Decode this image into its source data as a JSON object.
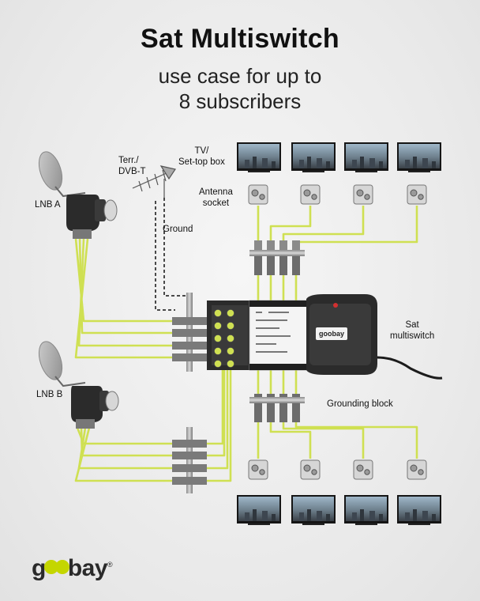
{
  "title": "Sat Multiswitch",
  "subtitle_lines": [
    "use case for up to",
    "8 subscribers"
  ],
  "labels": {
    "terr": [
      "Terr./",
      "DVB-T"
    ],
    "tv": [
      "TV/",
      "Set-top box"
    ],
    "antenna_socket": [
      "Antenna",
      "socket"
    ],
    "ground": "Ground",
    "lnb_a": "LNB A",
    "lnb_b": "LNB B",
    "sat_multiswitch": [
      "Sat",
      "multiswitch"
    ],
    "grounding_block": "Grounding block"
  },
  "device_brand": "goobay",
  "brand": {
    "prefix": "g",
    "suffix": "bay",
    "reg": "®"
  },
  "colors": {
    "cable": "#cfe052",
    "cable_edge": "#8a9a20",
    "brand_green": "#c4d600",
    "device_dark": "#2b2b2b"
  }
}
